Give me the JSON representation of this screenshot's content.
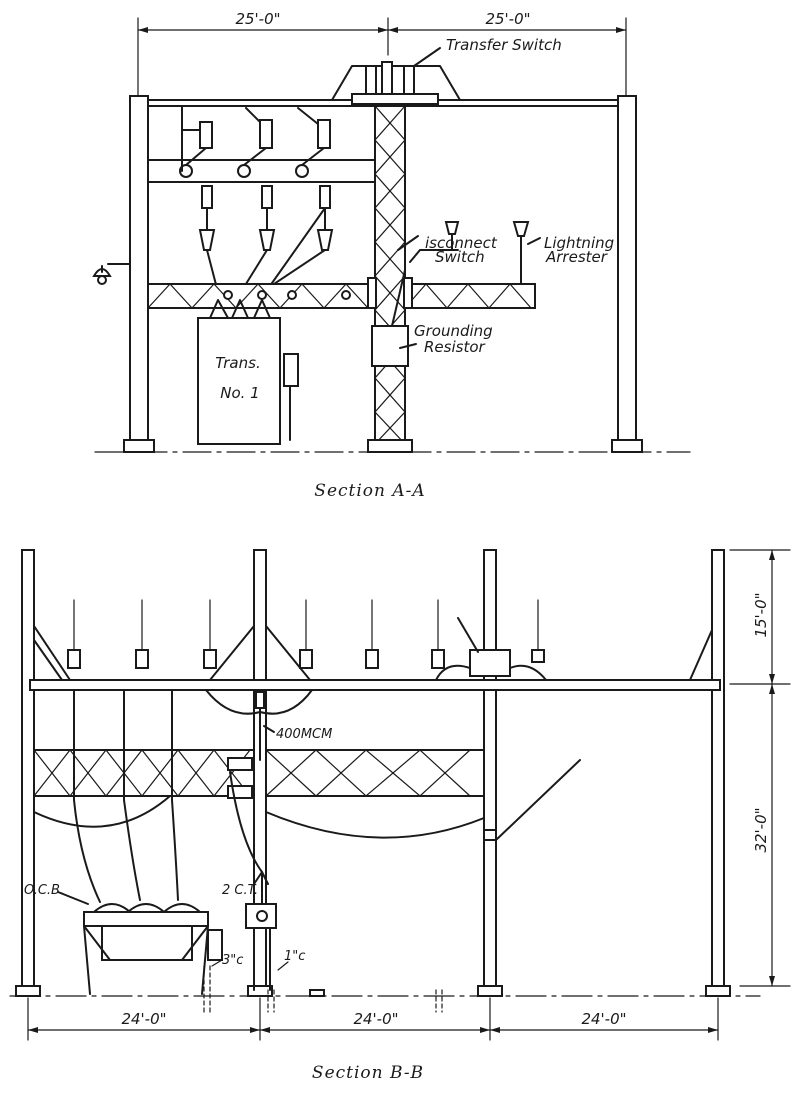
{
  "section_a": {
    "title": "Section A-A",
    "dim_left": "25'-0\"",
    "dim_right": "25'-0\"",
    "transfer_switch": "Transfer Switch",
    "disconnect_switch_1": "isconnect",
    "disconnect_switch_2": "Switch",
    "lightning_arrester_1": "Lightning",
    "lightning_arrester_2": "Arrester",
    "grounding_resistor_1": "Grounding",
    "grounding_resistor_2": "Resistor",
    "transformer_1": "Trans.",
    "transformer_2": "No. 1"
  },
  "section_b": {
    "title": "Section B-B",
    "dim_1": "24'-0\"",
    "dim_2": "24'-0\"",
    "dim_3": "24'-0\"",
    "dim_upper": "15'-0\"",
    "dim_lower": "32'-0\"",
    "cable": "400MCM",
    "ocb": "O.C.B.",
    "ct": "2 C.T.",
    "conduit_3": "3\"c",
    "conduit_1": "1\"c"
  }
}
